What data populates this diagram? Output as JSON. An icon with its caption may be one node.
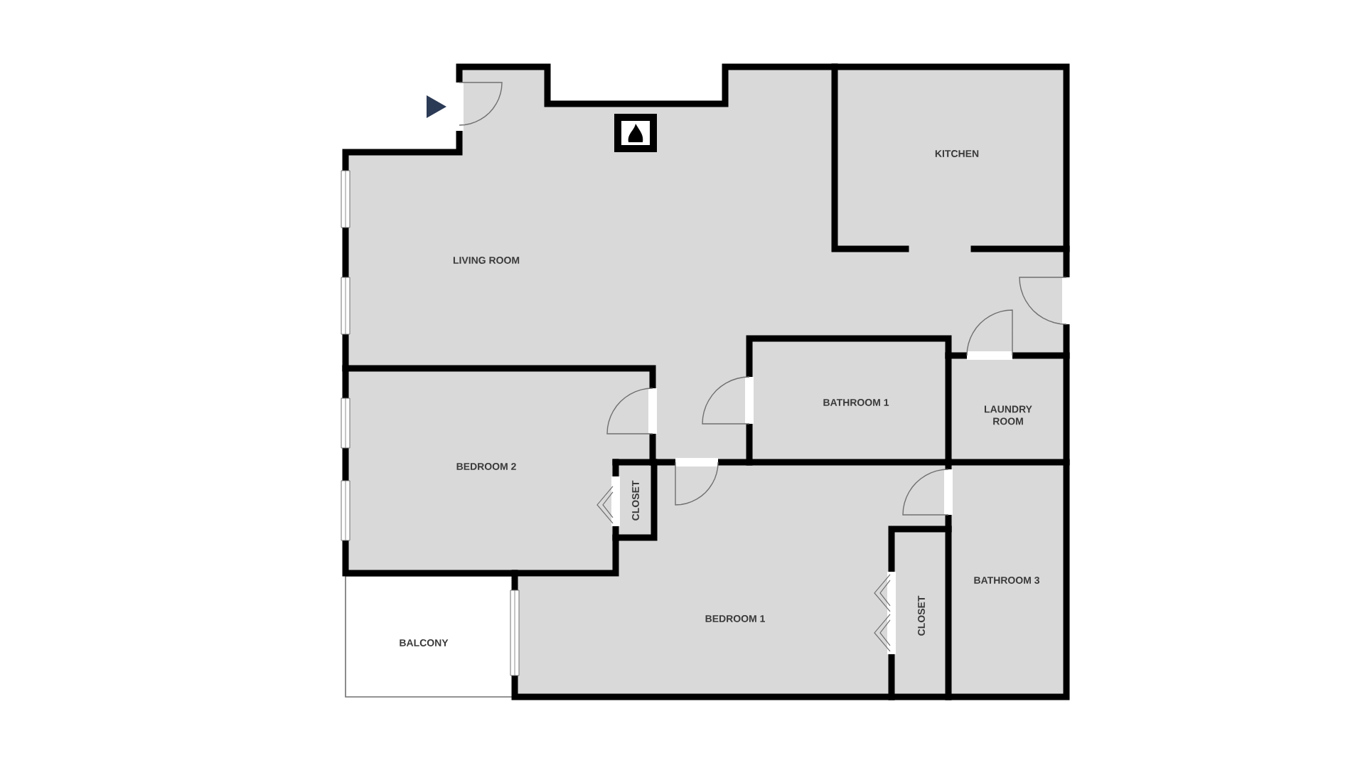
{
  "diagram": {
    "nodes": [
      {
        "text": [
          "LIVING ROOM"
        ]
      },
      {
        "text": [
          "KITCHEN"
        ]
      },
      {
        "text": [
          "BATHROOM 1"
        ]
      },
      {
        "text": [
          "LAUNDRY ROOM"
        ]
      },
      {
        "text": [
          "BEDROOM 2"
        ]
      },
      {
        "text": [
          "CLOSET"
        ]
      },
      {
        "text": [
          "BEDROOM 1"
        ]
      },
      {
        "text": [
          "CLOSET"
        ]
      },
      {
        "text": [
          "BATHROOM 3"
        ]
      },
      {
        "text": [
          "BALCONY"
        ]
      }
    ]
  }
}
